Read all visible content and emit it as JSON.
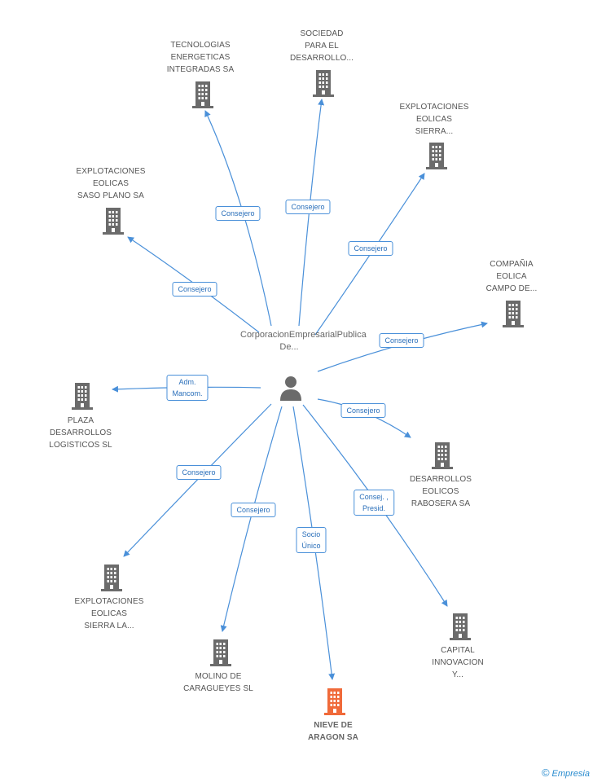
{
  "colors": {
    "edge": "#4a90d9",
    "building": "#6b6b6b",
    "building_focus": "#f06a3a",
    "person": "#6b6b6b"
  },
  "center": {
    "label_lines": [
      "Corporacion",
      "Empresarial",
      "Publica De..."
    ],
    "icon": "person-icon"
  },
  "nodes": [
    {
      "id": "tecnologias",
      "label_lines": [
        "TECNOLOGIAS",
        "ENERGETICAS",
        "INTEGRADAS SA"
      ],
      "icon": "building-icon"
    },
    {
      "id": "sociedad",
      "label_lines": [
        "SOCIEDAD",
        "PARA EL",
        "DESARROLLO..."
      ],
      "icon": "building-icon"
    },
    {
      "id": "expl-sierra",
      "label_lines": [
        "EXPLOTACIONES",
        "EOLICAS",
        "SIERRA..."
      ],
      "icon": "building-icon"
    },
    {
      "id": "expl-saso",
      "label_lines": [
        "EXPLOTACIONES",
        "EOLICAS",
        "SASO PLANO SA"
      ],
      "icon": "building-icon"
    },
    {
      "id": "compania",
      "label_lines": [
        "COMPAÑIA",
        "EOLICA",
        "CAMPO DE..."
      ],
      "icon": "building-icon"
    },
    {
      "id": "plaza",
      "label_lines": [
        "PLAZA",
        "DESARROLLOS",
        "LOGISTICOS SL"
      ],
      "icon": "building-icon"
    },
    {
      "id": "desarrollos",
      "label_lines": [
        "DESARROLLOS",
        "EOLICOS",
        "RABOSERA SA"
      ],
      "icon": "building-icon"
    },
    {
      "id": "expl-sierra-la",
      "label_lines": [
        "EXPLOTACIONES",
        "EOLICAS",
        "SIERRA LA..."
      ],
      "icon": "building-icon"
    },
    {
      "id": "molino",
      "label_lines": [
        "MOLINO DE",
        "CARAGUEYES SL"
      ],
      "icon": "building-icon"
    },
    {
      "id": "nieve",
      "label_lines": [
        "NIEVE DE",
        "ARAGON SA"
      ],
      "icon": "building-icon",
      "focus": true
    },
    {
      "id": "capital",
      "label_lines": [
        "CAPITAL",
        "INNOVACION",
        "Y..."
      ],
      "icon": "building-icon"
    }
  ],
  "edges": [
    {
      "to": "tecnologias",
      "label_lines": [
        "Consejero"
      ]
    },
    {
      "to": "sociedad",
      "label_lines": [
        "Consejero"
      ]
    },
    {
      "to": "expl-sierra",
      "label_lines": [
        "Consejero"
      ]
    },
    {
      "to": "expl-saso",
      "label_lines": [
        "Consejero"
      ]
    },
    {
      "to": "compania",
      "label_lines": [
        "Consejero"
      ]
    },
    {
      "to": "plaza",
      "label_lines": [
        "Adm.",
        "Mancom."
      ]
    },
    {
      "to": "desarrollos",
      "label_lines": [
        "Consejero"
      ]
    },
    {
      "to": "expl-sierra-la",
      "label_lines": [
        "Consejero"
      ]
    },
    {
      "to": "molino",
      "label_lines": [
        "Consejero"
      ]
    },
    {
      "to": "nieve",
      "label_lines": [
        "Socio",
        "Único"
      ]
    },
    {
      "to": "capital",
      "label_lines": [
        "Consej. ,",
        "Presid."
      ]
    }
  ],
  "brand": {
    "copyright": "©",
    "name": "Empresia"
  }
}
